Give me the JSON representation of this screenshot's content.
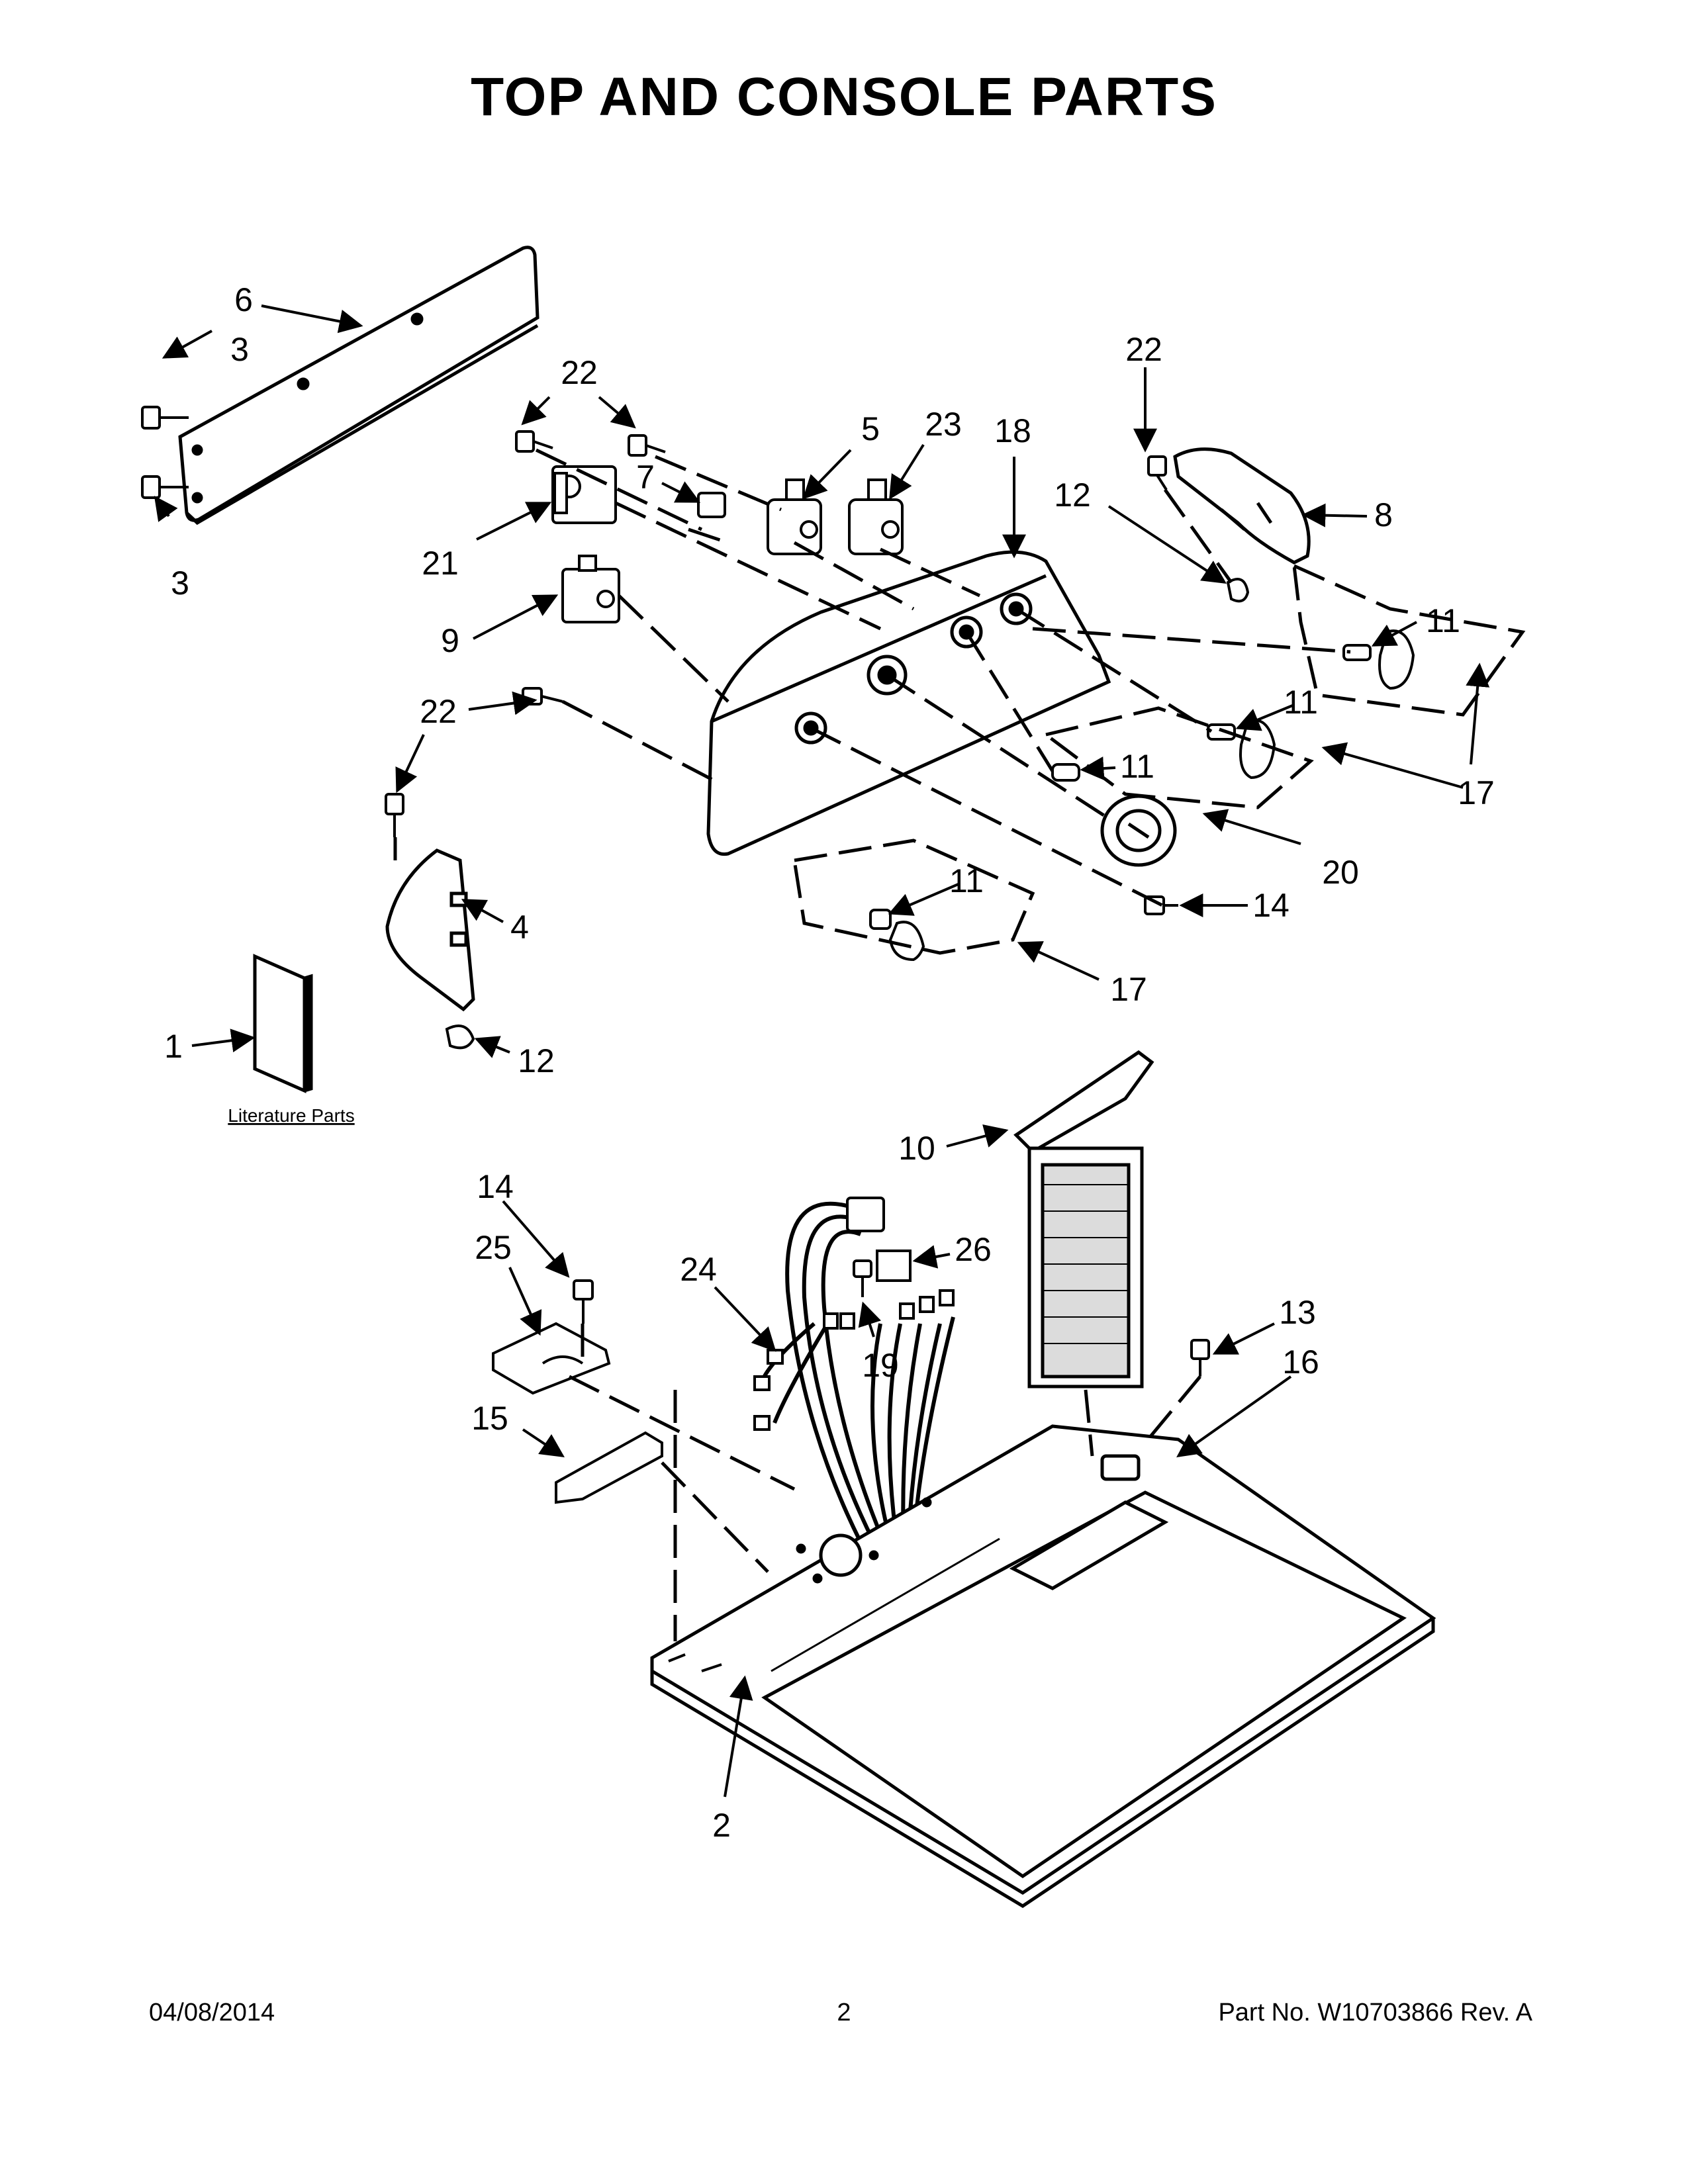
{
  "title": "TOP AND CONSOLE PARTS",
  "literature_label": "Literature Parts",
  "callouts": {
    "c1": "1",
    "c2": "2",
    "c3": "3",
    "c4": "4",
    "c5": "5",
    "c6": "6",
    "c7": "7",
    "c8": "8",
    "c9": "9",
    "c10": "10",
    "c11": "11",
    "c12": "12",
    "c13": "13",
    "c14": "14",
    "c15": "15",
    "c16": "16",
    "c17": "17",
    "c18": "18",
    "c19": "19",
    "c20": "20",
    "c21": "21",
    "c22": "22",
    "c23": "23",
    "c24": "24",
    "c25": "25",
    "c26": "26"
  },
  "footer": {
    "date": "04/08/2014",
    "page": "2",
    "part_no": "Part No.  W10703866  Rev.  A"
  },
  "colors": {
    "ink": "#000000",
    "paper": "#ffffff",
    "shade": "#dcdcdc"
  }
}
